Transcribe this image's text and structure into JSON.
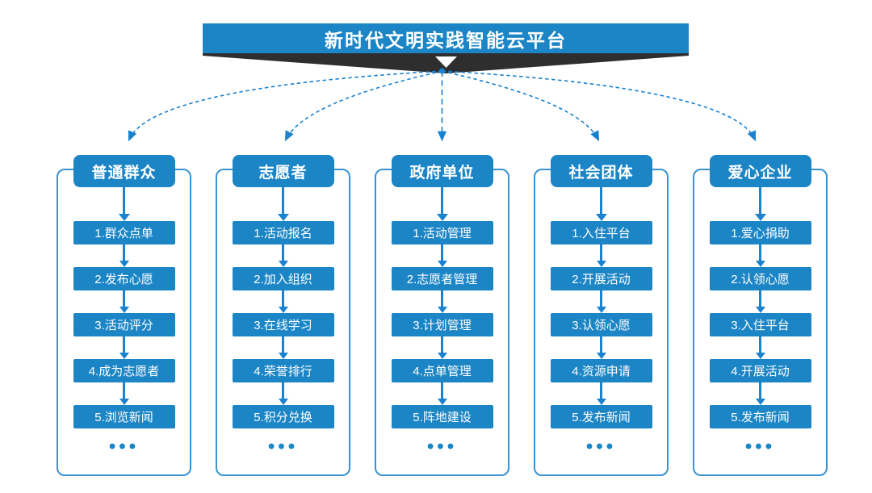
{
  "title": {
    "text": "新时代文明实践智能云平台"
  },
  "colors": {
    "primary_blue": "#1B85C5",
    "arrow_blue": "#1A82CE",
    "frame_blue": "#3A93CE",
    "banner_shadow": "#2E2E2E",
    "background": "#FFFFFF"
  },
  "columns": [
    {
      "header": "普通群众",
      "steps": [
        "1.群众点单",
        "2.发布心愿",
        "3.活动评分",
        "4.成为志愿者",
        "5.浏览新闻"
      ],
      "ellipsis": "•••"
    },
    {
      "header": "志愿者",
      "steps": [
        "1.活动报名",
        "2.加入组织",
        "3.在线学习",
        "4.荣誉排行",
        "5.积分兑换"
      ],
      "ellipsis": "•••"
    },
    {
      "header": "政府单位",
      "steps": [
        "1.活动管理",
        "2.志愿者管理",
        "3.计划管理",
        "4.点单管理",
        "5.阵地建设"
      ],
      "ellipsis": "•••"
    },
    {
      "header": "社会团体",
      "steps": [
        "1.入住平台",
        "2.开展活动",
        "3.认领心愿",
        "4.资源申请",
        "5.发布新闻"
      ],
      "ellipsis": "•••"
    },
    {
      "header": "爱心企业",
      "steps": [
        "1.爱心捐助",
        "2.认领心愿",
        "3.入住平台",
        "4.开展活动",
        "5.发布新闻"
      ],
      "ellipsis": "•••"
    }
  ]
}
